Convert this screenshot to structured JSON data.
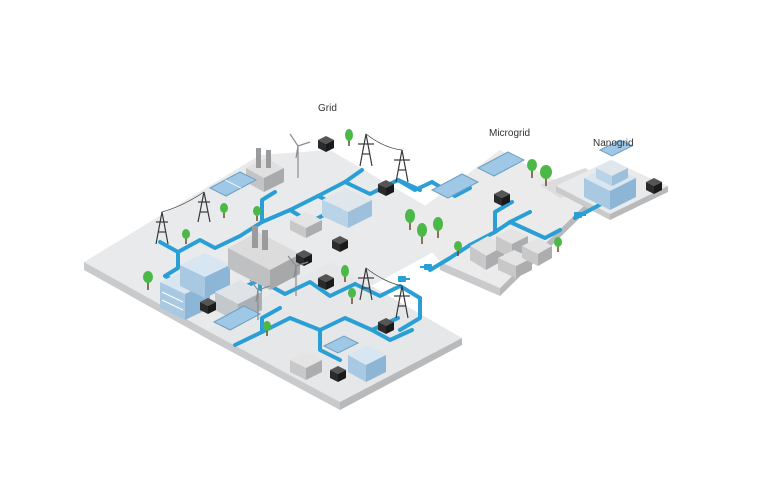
{
  "diagram": {
    "labels": {
      "grid": "Grid",
      "microgrid": "Microgrid",
      "nanogrid": "Nanogrid"
    },
    "colors": {
      "ground_top": "#e9eaeb",
      "ground_side": "#c9cacc",
      "conduit": "#2a9fd6",
      "building_light": "#dfe6ec",
      "building_blue": "#b9d4e8",
      "battery": "#2b2b2b",
      "tree": "#4cb848",
      "pylon": "#3a3a3a",
      "solar": "#9ec8e6"
    },
    "icons": [
      "pylon-icon",
      "wind-turbine-icon",
      "battery-icon",
      "solar-panel-icon",
      "tree-icon",
      "factory-icon",
      "house-icon",
      "office-building-icon",
      "connector-plug-icon"
    ]
  }
}
